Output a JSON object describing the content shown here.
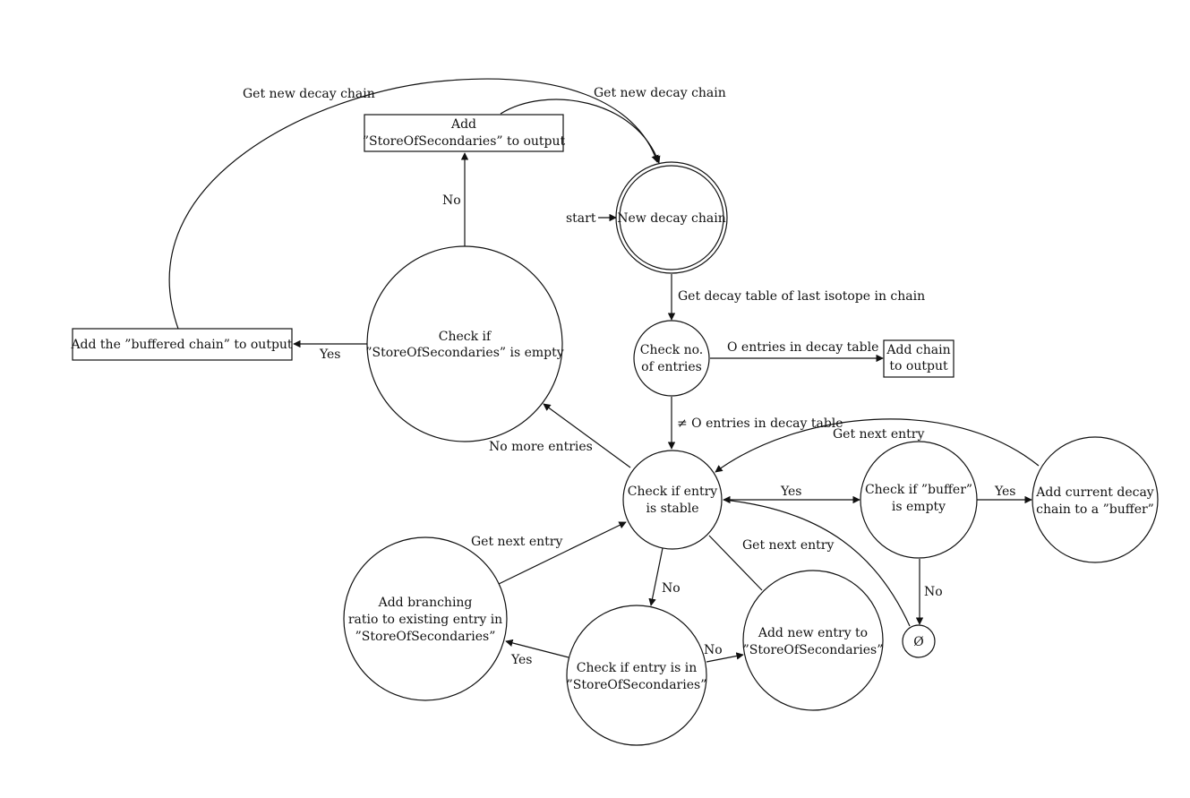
{
  "nodes": {
    "new_chain": "New decay chain",
    "check_entries": [
      "Check no.",
      "of entries"
    ],
    "add_chain_output": [
      "Add chain",
      "to output"
    ],
    "check_stable": [
      "Check if entry",
      "is stable"
    ],
    "check_buffer_empty": [
      "Check if ”buffer”",
      "is empty"
    ],
    "add_to_buffer": [
      "Add current decay",
      "chain to a ”buffer”"
    ],
    "empty_set": "Ø",
    "check_store_empty": [
      "Check if",
      "”StoreOfSecondaries” is empty"
    ],
    "add_store_output": [
      "Add",
      "”StoreOfSecondaries” to output"
    ],
    "add_buffered_output": "Add the ”buffered chain” to output",
    "check_in_store": [
      "Check if entry is in",
      "”StoreOfSecondaries”"
    ],
    "add_branching": [
      "Add branching",
      "ratio to existing entry in",
      "”StoreOfSecondaries”"
    ],
    "add_new_entry": [
      "Add new entry to",
      "”StoreOfSecondaries”"
    ]
  },
  "edges": {
    "start": "start",
    "get_decay_table": "Get decay table of last isotope in chain",
    "zero_entries": "O entries in decay table",
    "nonzero_entries": "≠ O entries in decay table",
    "stable_yes": "Yes",
    "buffer_yes": "Yes",
    "buffer_no": "No",
    "get_next_top": "Get next entry",
    "no_more_entries": "No more entries",
    "store_empty_no": "No",
    "store_empty_yes": "Yes",
    "get_new_chain_left": "Get new decay chain",
    "get_new_chain_right": "Get new decay chain",
    "stable_no": "No",
    "in_store_no": "No",
    "in_store_yes": "Yes",
    "get_next_branch": "Get next entry",
    "get_next_new": "Get next entry"
  }
}
